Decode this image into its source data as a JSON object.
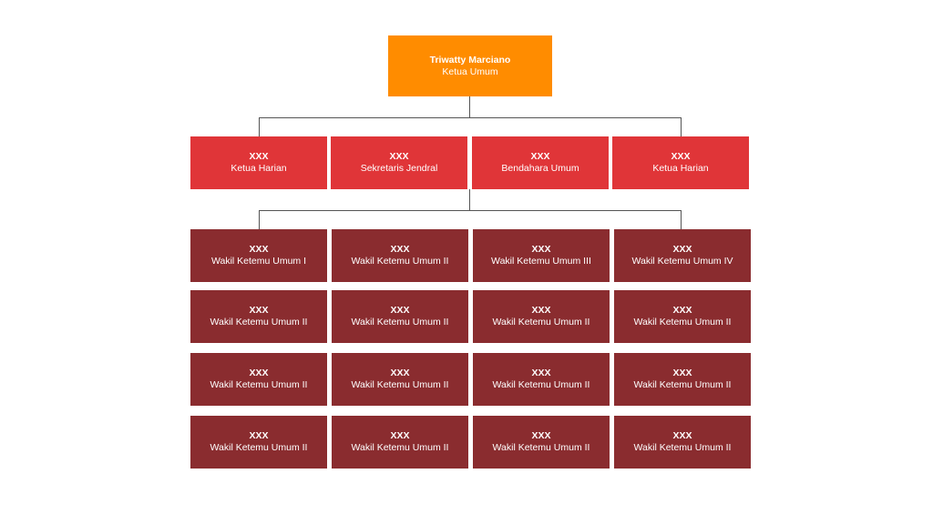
{
  "colors": {
    "top": "#ff8c00",
    "level2": "#e03538",
    "level3": "#8a2c2f",
    "connector": "#555555",
    "text": "#ffffff"
  },
  "top": {
    "name": "Triwatty Marciano",
    "role": "Ketua Umum"
  },
  "level2": [
    {
      "name": "XXX",
      "role": "Ketua Harian"
    },
    {
      "name": "XXX",
      "role": "Sekretaris Jendral"
    },
    {
      "name": "XXX",
      "role": "Bendahara Umum"
    },
    {
      "name": "XXX",
      "role": "Ketua Harian"
    }
  ],
  "level3": [
    [
      {
        "name": "XXX",
        "role": "Wakil Ketemu Umum I"
      },
      {
        "name": "XXX",
        "role": "Wakil Ketemu Umum II"
      },
      {
        "name": "XXX",
        "role": "Wakil Ketemu Umum III"
      },
      {
        "name": "XXX",
        "role": "Wakil Ketemu Umum IV"
      }
    ],
    [
      {
        "name": "XXX",
        "role": "Wakil Ketemu Umum II"
      },
      {
        "name": "XXX",
        "role": "Wakil Ketemu Umum II"
      },
      {
        "name": "XXX",
        "role": "Wakil Ketemu Umum II"
      },
      {
        "name": "XXX",
        "role": "Wakil Ketemu Umum II"
      }
    ],
    [
      {
        "name": "XXX",
        "role": "Wakil Ketemu Umum II"
      },
      {
        "name": "XXX",
        "role": "Wakil Ketemu Umum II"
      },
      {
        "name": "XXX",
        "role": "Wakil Ketemu Umum II"
      },
      {
        "name": "XXX",
        "role": "Wakil Ketemu Umum II"
      }
    ],
    [
      {
        "name": "XXX",
        "role": "Wakil Ketemu Umum II"
      },
      {
        "name": "XXX",
        "role": "Wakil Ketemu Umum II"
      },
      {
        "name": "XXX",
        "role": "Wakil Ketemu Umum II"
      },
      {
        "name": "XXX",
        "role": "Wakil Ketemu Umum II"
      }
    ]
  ]
}
